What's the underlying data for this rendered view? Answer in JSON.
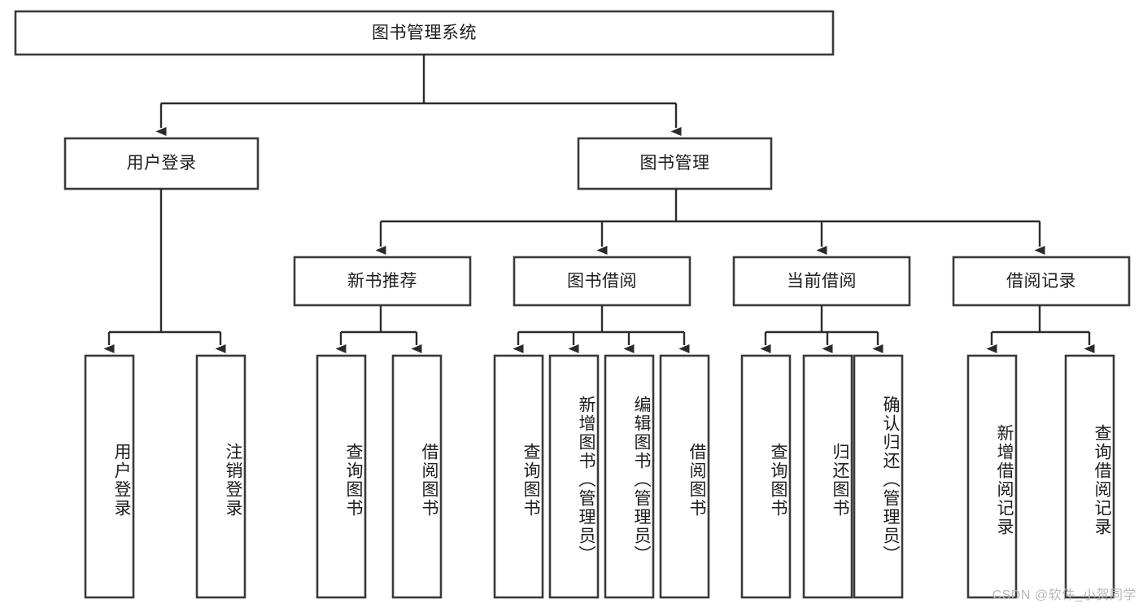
{
  "diagram": {
    "title": "图书管理系统",
    "type": "tree-hierarchy-diagram",
    "watermark": "CSDN @软件_小贺同学",
    "colors": {
      "background": "#ffffff",
      "box_stroke": "#3a3a3a",
      "connector": "#2b2b2b",
      "text": "#1d1d1d",
      "watermark": "#b9b9b9"
    },
    "root": {
      "id": "root",
      "label": "图书管理系统",
      "orientation": "horizontal"
    },
    "level2": [
      {
        "id": "user-login",
        "label": "用户登录",
        "orientation": "horizontal"
      },
      {
        "id": "book-management",
        "label": "图书管理",
        "orientation": "horizontal"
      }
    ],
    "level3": [
      {
        "id": "new-book-recommend",
        "label": "新书推荐",
        "orientation": "horizontal"
      },
      {
        "id": "book-borrow",
        "label": "图书借阅",
        "orientation": "horizontal"
      },
      {
        "id": "current-borrow",
        "label": "当前借阅",
        "orientation": "horizontal"
      },
      {
        "id": "borrow-record",
        "label": "借阅记录",
        "orientation": "horizontal"
      }
    ],
    "leaves": {
      "user_login": [
        {
          "id": "leaf-user-login",
          "label": "用户登录",
          "orientation": "vertical"
        },
        {
          "id": "leaf-logout-login",
          "label": "注销登录",
          "orientation": "vertical"
        }
      ],
      "new_book_recommend": [
        {
          "id": "leaf-query-book-1",
          "label": "查询图书",
          "orientation": "vertical"
        },
        {
          "id": "leaf-borrow-book-1",
          "label": "借阅图书",
          "orientation": "vertical"
        }
      ],
      "book_borrow": [
        {
          "id": "leaf-query-book-2",
          "label": "查询图书",
          "orientation": "vertical"
        },
        {
          "id": "leaf-add-book",
          "label": "新增图书（管理员）",
          "orientation": "vertical"
        },
        {
          "id": "leaf-edit-book",
          "label": "编辑图书（管理员）",
          "orientation": "vertical"
        },
        {
          "id": "leaf-borrow-book-2",
          "label": "借阅图书",
          "orientation": "vertical"
        }
      ],
      "current_borrow": [
        {
          "id": "leaf-query-book-3",
          "label": "查询图书",
          "orientation": "vertical"
        },
        {
          "id": "leaf-return-book",
          "label": "归还图书",
          "orientation": "vertical"
        },
        {
          "id": "leaf-confirm-return",
          "label": "确认归还（管理员）",
          "orientation": "vertical"
        }
      ],
      "borrow_record": [
        {
          "id": "leaf-add-borrow-record",
          "label": "新增借阅记录",
          "orientation": "vertical"
        },
        {
          "id": "leaf-query-borrow-record",
          "label": "查询借阅记录",
          "orientation": "vertical"
        }
      ]
    }
  }
}
